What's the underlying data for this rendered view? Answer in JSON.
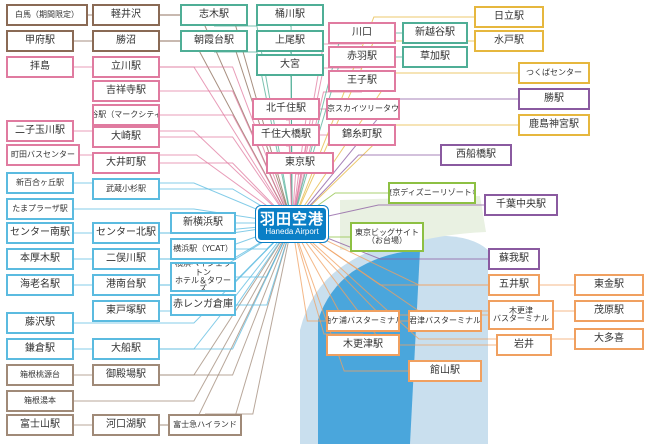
{
  "colors": {
    "sea": "#c9dfee",
    "sea_deep": "#4aa6dc",
    "land": "#e9f1e2",
    "hub": "#0a7fc6"
  },
  "hub": {
    "title": "羽田空港",
    "subtitle": "Haneda Airport"
  },
  "stations": [
    {
      "id": "hakuba",
      "label": "白馬（期間限定）",
      "color": "#8a6a55",
      "small": true
    },
    {
      "id": "kofu",
      "label": "甲府駅",
      "color": "#8a6a55"
    },
    {
      "id": "isawa",
      "label": "拝島",
      "color": "#e07ba0"
    },
    {
      "id": "futako",
      "label": "二子玉川駅",
      "color": "#e07ba0"
    },
    {
      "id": "machida",
      "label": "町田バスセンター",
      "color": "#e07ba0"
    },
    {
      "id": "shinyuri",
      "label": "新百合ヶ丘駅",
      "color": "#5bbbe0"
    },
    {
      "id": "tamaplaza",
      "label": "たまプラーザ駅",
      "color": "#5bbbe0"
    },
    {
      "id": "centerminami",
      "label": "センター南駅",
      "color": "#5bbbe0"
    },
    {
      "id": "honatsugi",
      "label": "本厚木駅",
      "color": "#5bbbe0"
    },
    {
      "id": "ebina",
      "label": "海老名駅",
      "color": "#5bbbe0"
    },
    {
      "id": "fujisawa",
      "label": "藤沢駅",
      "color": "#5bbbe0"
    },
    {
      "id": "kamakura",
      "label": "鎌倉駅",
      "color": "#5bbbe0"
    },
    {
      "id": "hakoneyumoto_a",
      "label": "箱根桃源台",
      "color": "#a08a78",
      "small": true
    },
    {
      "id": "hakoneyumoto",
      "label": "箱根湯本",
      "color": "#a08a78",
      "small": true
    },
    {
      "id": "fujisan",
      "label": "富士山駅",
      "color": "#a08a78"
    },
    {
      "id": "karuizawa",
      "label": "軽井沢",
      "color": "#8a6a55"
    },
    {
      "id": "katsunuma",
      "label": "勝沼",
      "color": "#8a6a55"
    },
    {
      "id": "tachikawa",
      "label": "立川駅",
      "color": "#e07ba0"
    },
    {
      "id": "kichijoji",
      "label": "吉祥寺駅",
      "color": "#e07ba0"
    },
    {
      "id": "shibuya",
      "label": "渋谷駅（マークシティ）",
      "color": "#e07ba0",
      "small": true
    },
    {
      "id": "osaki",
      "label": "大崎駅",
      "color": "#e07ba0"
    },
    {
      "id": "oimachi",
      "label": "大井町駅",
      "color": "#e07ba0"
    },
    {
      "id": "musashikosugi",
      "label": "武蔵小杉駅",
      "color": "#5bbbe0",
      "small": true
    },
    {
      "id": "centerkita",
      "label": "センター北駅",
      "color": "#5bbbe0"
    },
    {
      "id": "futamatagawa",
      "label": "二俣川駅",
      "color": "#5bbbe0"
    },
    {
      "id": "konandai",
      "label": "港南台駅",
      "color": "#5bbbe0"
    },
    {
      "id": "higashitotsuka",
      "label": "東戸塚駅",
      "color": "#5bbbe0"
    },
    {
      "id": "ofuna",
      "label": "大船駅",
      "color": "#5bbbe0"
    },
    {
      "id": "gotemba",
      "label": "御殿場駅",
      "color": "#a08a78"
    },
    {
      "id": "kawaguchiko",
      "label": "河口湖駅",
      "color": "#a08a78"
    },
    {
      "id": "fujikyu",
      "label": "富士急ハイランド",
      "color": "#a08a78",
      "small": true
    },
    {
      "id": "shiki",
      "label": "志木駅",
      "color": "#4fae96"
    },
    {
      "id": "asakadai",
      "label": "朝霞台駅",
      "color": "#4fae96"
    },
    {
      "id": "okegawa",
      "label": "桶川駅",
      "color": "#4fae96"
    },
    {
      "id": "ageo",
      "label": "上尾駅",
      "color": "#4fae96"
    },
    {
      "id": "omiya",
      "label": "大宮",
      "color": "#4fae96"
    },
    {
      "id": "kitasenju",
      "label": "北千住駅",
      "color": "#e07ba0"
    },
    {
      "id": "senjuohashi",
      "label": "千住大橋駅",
      "color": "#e07ba0"
    },
    {
      "id": "tokyo",
      "label": "東京駅",
      "color": "#e07ba0"
    },
    {
      "id": "kawaguchi",
      "label": "川口",
      "color": "#e07ba0"
    },
    {
      "id": "akabane",
      "label": "赤羽駅",
      "color": "#e07ba0"
    },
    {
      "id": "oji",
      "label": "王子駅",
      "color": "#e07ba0"
    },
    {
      "id": "skytree",
      "label": "東京スカイツリータウン",
      "color": "#e07ba0",
      "small": true
    },
    {
      "id": "kinshicho",
      "label": "錦糸町駅",
      "color": "#e07ba0"
    },
    {
      "id": "shinkoshigaya",
      "label": "新越谷駅",
      "color": "#4fae96"
    },
    {
      "id": "soka",
      "label": "草加駅",
      "color": "#4fae96"
    },
    {
      "id": "hitachi",
      "label": "日立駅",
      "color": "#e6b73e"
    },
    {
      "id": "mito",
      "label": "水戸駅",
      "color": "#e6b73e"
    },
    {
      "id": "tsukuba",
      "label": "つくばセンター",
      "color": "#e6b73e"
    },
    {
      "id": "sakura",
      "label": "勝駅",
      "color": "#8a5aa0"
    },
    {
      "id": "kashimajingu",
      "label": "鹿島神宮駅",
      "color": "#e6b73e"
    },
    {
      "id": "nishifunabashi",
      "label": "西船橋駅",
      "color": "#8a5aa0"
    },
    {
      "id": "chibachuo",
      "label": "千葉中央駅",
      "color": "#8a5aa0"
    },
    {
      "id": "disney",
      "label": "「東京ディズニーリゾート®」",
      "color": "#8dc043",
      "small": true
    },
    {
      "id": "bigsight",
      "label": "東京ビッグサイト\n（お台場）",
      "color": "#8dc043",
      "small": true,
      "tall": true
    },
    {
      "id": "shinyokohama",
      "label": "新横浜駅",
      "color": "#5bbbe0"
    },
    {
      "id": "ycat",
      "label": "横浜駅（YCAT）",
      "color": "#5bbbe0",
      "small": true
    },
    {
      "id": "minatomirai",
      "label": "横浜ベイシェラトン\nホテル＆タワーズ",
      "color": "#5bbbe0",
      "small": true,
      "tall": true
    },
    {
      "id": "akarenga",
      "label": "赤レンガ倉庫",
      "color": "#5bbbe0"
    },
    {
      "id": "sogamachi",
      "label": "蘇我駅",
      "color": "#8a5aa0"
    },
    {
      "id": "goi",
      "label": "五井駅",
      "color": "#f0a060"
    },
    {
      "id": "togane",
      "label": "東金駅",
      "color": "#f0a060"
    },
    {
      "id": "kisarazubus",
      "label": "木更津\nバスターミナル",
      "color": "#f0a060",
      "small": true,
      "tall": true
    },
    {
      "id": "mobara",
      "label": "茂原駅",
      "color": "#f0a060"
    },
    {
      "id": "iwai",
      "label": "岩井",
      "color": "#f0a060"
    },
    {
      "id": "otaki",
      "label": "大多喜",
      "color": "#f0a060"
    },
    {
      "id": "aqualine",
      "label": "袖ケ浦バスターミナル",
      "color": "#f0a060",
      "small": true
    },
    {
      "id": "kimitsu",
      "label": "木更津駅",
      "color": "#f0a060"
    },
    {
      "id": "tateyama",
      "label": "君津バスターミナル",
      "color": "#f0a060",
      "small": true
    },
    {
      "id": "tomiura",
      "label": "館山駅",
      "color": "#f0a060"
    }
  ]
}
